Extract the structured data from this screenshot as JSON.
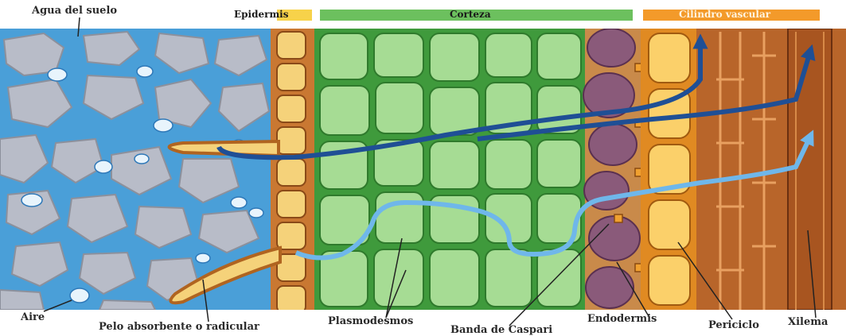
{
  "header_bands": {
    "epidermis": "Epidermis",
    "corteza": "Corteza",
    "cilindro": "Cilindro vascular"
  },
  "labels": {
    "agua": "Agua del suelo",
    "aire": "Aire",
    "pelo": "Pelo absorbente o radicular",
    "plasmodesmos": "Plasmodesmos",
    "caspari": "Banda de Caspari",
    "endodermis": "Endodermis",
    "periciclo": "Periciclo",
    "xilema": "Xilema"
  },
  "colors": {
    "soil_water": "#4a9fd8",
    "soil_particle": "#b8bcc8",
    "epidermis": "#e8a35a",
    "cortex": "#4fae4a",
    "cortex_cell": "#9fd78f",
    "endodermis": "#8a5a7a",
    "pericycle": "#f0a030",
    "xylem": "#b8652a",
    "apoplast_path": "#1f4f95",
    "symplast_path": "#6fb7ea",
    "band_epidermis": "#f7d24a",
    "band_cortex": "#6cc05e",
    "band_vascular": "#f39a2a"
  }
}
